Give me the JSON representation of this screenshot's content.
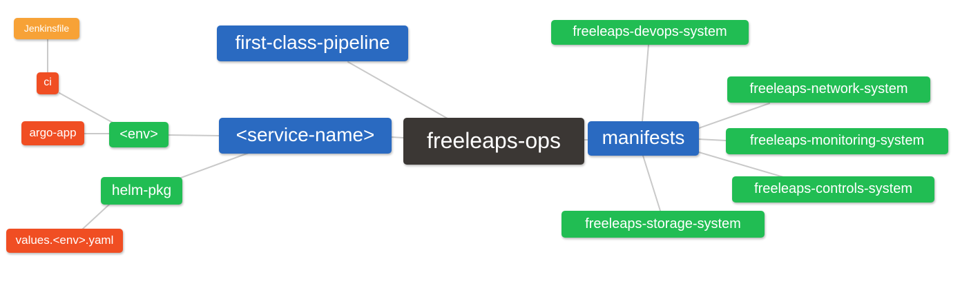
{
  "diagram": {
    "type": "mindmap",
    "root_label": "freeleaps-ops",
    "colors": {
      "blue": "#2a6ac1",
      "green": "#21bd53",
      "red": "#f04e23",
      "orange": "#f7a237",
      "dark": "#3b3734",
      "edge_line": "#c9c9c9",
      "node_text": "#ffffff",
      "background": "#ffffff"
    },
    "nodes": [
      {
        "id": "jenkinsfile",
        "label": "Jenkinsfile",
        "color": "orange"
      },
      {
        "id": "ci",
        "label": "ci",
        "color": "red"
      },
      {
        "id": "argo-app",
        "label": "argo-app",
        "color": "red"
      },
      {
        "id": "env",
        "label": "<env>",
        "color": "green"
      },
      {
        "id": "first-class-pipeline",
        "label": "first-class-pipeline",
        "color": "blue"
      },
      {
        "id": "service-name",
        "label": "<service-name>",
        "color": "blue"
      },
      {
        "id": "helm-pkg",
        "label": "helm-pkg",
        "color": "green"
      },
      {
        "id": "values-env-yaml",
        "label": "values.<env>.yaml",
        "color": "red"
      },
      {
        "id": "freeleaps-ops",
        "label": "freeleaps-ops",
        "color": "dark"
      },
      {
        "id": "manifests",
        "label": "manifests",
        "color": "blue"
      },
      {
        "id": "freeleaps-devops-system",
        "label": "freeleaps-devops-system",
        "color": "green"
      },
      {
        "id": "freeleaps-network-system",
        "label": "freeleaps-network-system",
        "color": "green"
      },
      {
        "id": "freeleaps-monitoring-system",
        "label": "freeleaps-monitoring-system",
        "color": "green"
      },
      {
        "id": "freeleaps-controls-system",
        "label": "freeleaps-controls-system",
        "color": "green"
      },
      {
        "id": "freeleaps-storage-system",
        "label": "freeleaps-storage-system",
        "color": "green"
      }
    ],
    "edges": [
      {
        "from": "jenkinsfile",
        "to": "ci"
      },
      {
        "from": "ci",
        "to": "env"
      },
      {
        "from": "argo-app",
        "to": "env"
      },
      {
        "from": "env",
        "to": "service-name"
      },
      {
        "from": "service-name",
        "to": "freeleaps-ops"
      },
      {
        "from": "first-class-pipeline",
        "to": "freeleaps-ops"
      },
      {
        "from": "service-name",
        "to": "helm-pkg"
      },
      {
        "from": "helm-pkg",
        "to": "values-env-yaml"
      },
      {
        "from": "freeleaps-ops",
        "to": "manifests"
      },
      {
        "from": "manifests",
        "to": "freeleaps-devops-system"
      },
      {
        "from": "manifests",
        "to": "freeleaps-network-system"
      },
      {
        "from": "manifests",
        "to": "freeleaps-monitoring-system"
      },
      {
        "from": "manifests",
        "to": "freeleaps-controls-system"
      },
      {
        "from": "manifests",
        "to": "freeleaps-storage-system"
      }
    ]
  }
}
